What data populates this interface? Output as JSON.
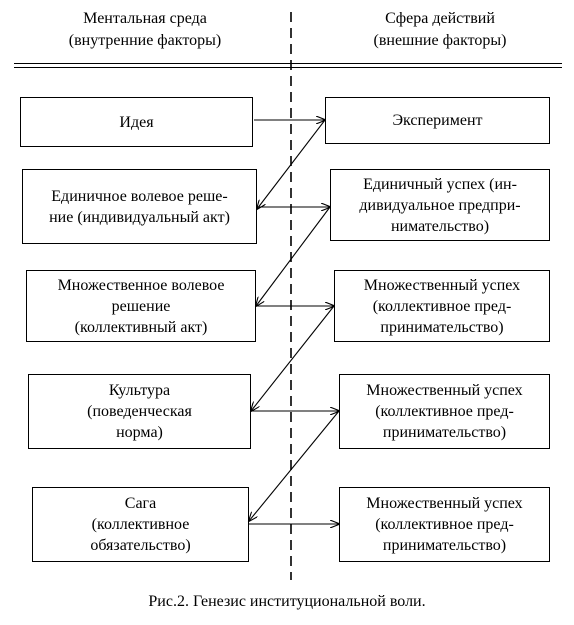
{
  "header": {
    "left": [
      "Ментальная среда",
      "(внутренние факторы)"
    ],
    "right": [
      "Сфера действий",
      "(внешние факторы)"
    ]
  },
  "left_boxes": [
    {
      "lines": [
        "Идея"
      ]
    },
    {
      "lines": [
        "Единичное волевое реше-",
        "ние (индивидуальный акт)"
      ]
    },
    {
      "lines": [
        "Множественное волевое",
        "решение",
        "(коллективный акт)"
      ]
    },
    {
      "lines": [
        "Культура",
        "(поведенческая",
        "норма)"
      ]
    },
    {
      "lines": [
        "Сага",
        "(коллективное",
        "обязательство)"
      ]
    }
  ],
  "right_boxes": [
    {
      "lines": [
        "Эксперимент"
      ]
    },
    {
      "lines": [
        "Единичный успех (ин-",
        "дивидуальное предпри-",
        "нимательство)"
      ]
    },
    {
      "lines": [
        "Множественный успех",
        "(коллективное пред-",
        "принимательство)"
      ]
    },
    {
      "lines": [
        "Множественный успех",
        "(коллективное пред-",
        "принимательство)"
      ]
    },
    {
      "lines": [
        "Множественный успех",
        "(коллективное пред-",
        "принимательство)"
      ]
    }
  ],
  "caption": "Рис.2. Генезис институциональной воли."
}
